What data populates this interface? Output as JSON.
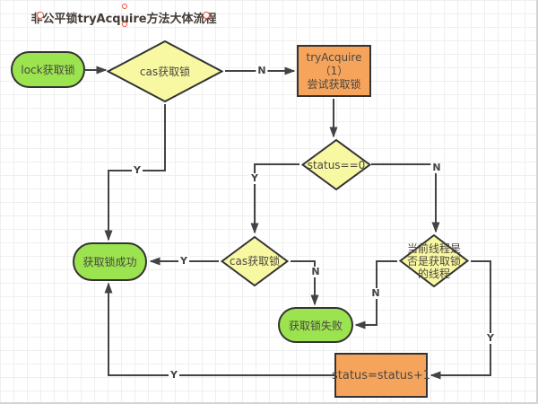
{
  "title": "非公平锁tryAcquire方法大体流程",
  "nodes": {
    "lock_start": "lock获取锁",
    "cas_check_1": "cas获取锁",
    "try_acquire": [
      "tryAcquire",
      "（1）",
      "尝试获取锁"
    ],
    "status_check": "status==0",
    "cas_check_2": "cas获取锁",
    "acquire_success": "获取锁成功",
    "thread_check": [
      "当前线程是",
      "否是获取锁",
      "的线程"
    ],
    "acquire_fail": "获取锁失败",
    "status_increment": "status=status+1"
  },
  "edges": {
    "cas1_no": "N",
    "cas1_yes": "Y",
    "status_yes": "Y",
    "status_no": "N",
    "cas2_yes": "Y",
    "cas2_no": "N",
    "thread_no": "N",
    "thread_yes": "Y",
    "loop_back_yes": "Y"
  },
  "colors": {
    "terminal-green": "#9BE34F",
    "decision-yellow": "#F8F8A2",
    "process-orange": "#F6A45B",
    "connector": "#434343",
    "title-text": "#433a35",
    "selection-handle": "#E8503A"
  }
}
